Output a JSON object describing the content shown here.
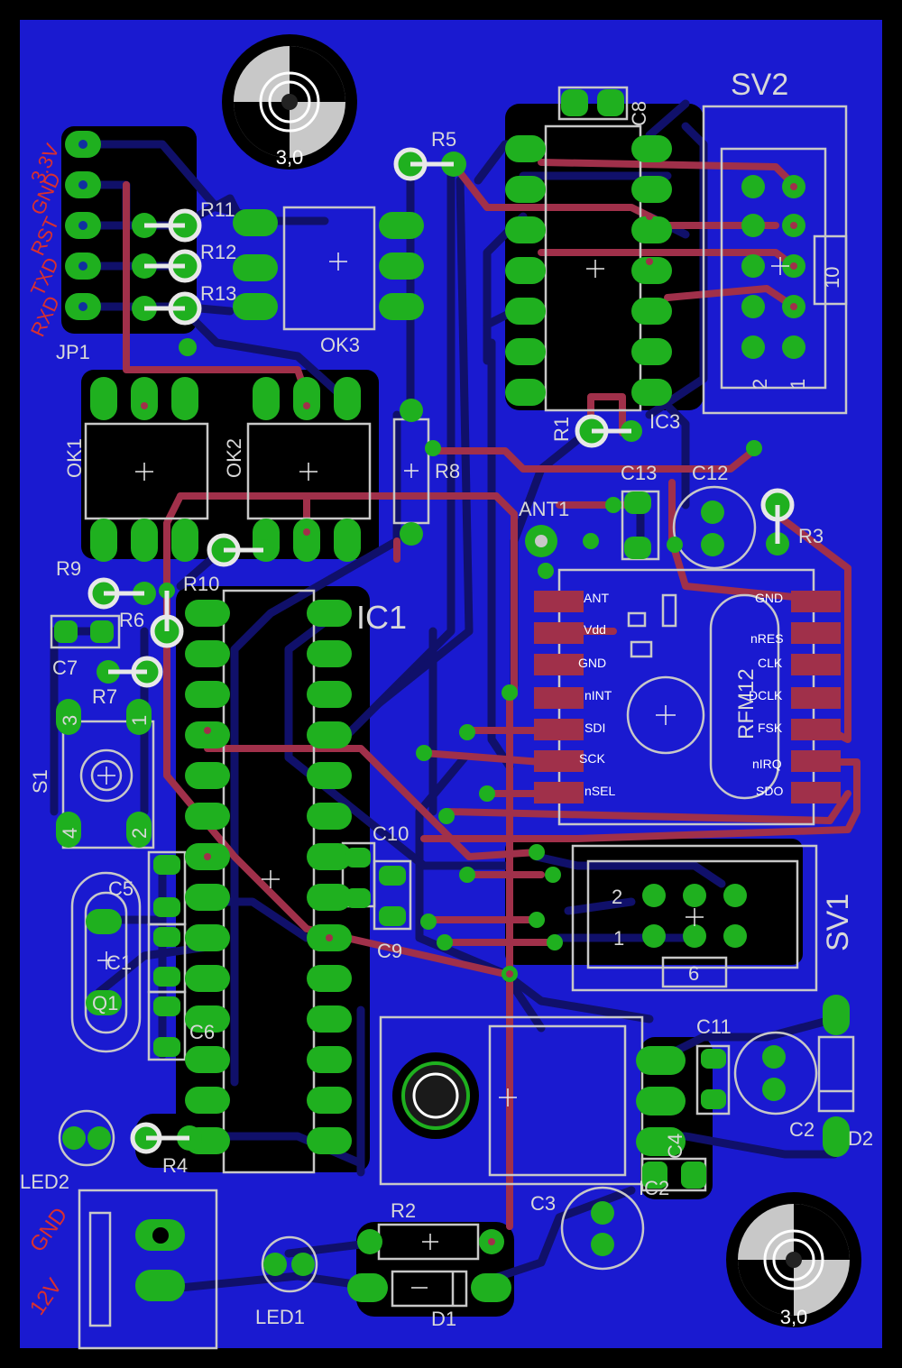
{
  "board": {
    "colors": {
      "background": "#000000",
      "copper_bottom": "#1a1ad0",
      "trace_bottom": "#10106a",
      "trace_top": "#a0304a",
      "pad": "#1fb01f",
      "silk": "#c8c8c8",
      "silk_names": "#d83030",
      "hole": "#1030a0"
    },
    "components": {
      "jp1": "JP1",
      "jp1_pins": [
        "3.3V",
        "GND",
        "RST",
        "TXD",
        "RXD"
      ],
      "r11": "R11",
      "r12": "R12",
      "r13": "R13",
      "r5": "R5",
      "r8": "R8",
      "r1": "R1",
      "ok3": "OK3",
      "ok1": "OK1",
      "ok2": "OK2",
      "ic3": "IC3",
      "c8": "C8",
      "sv2": "SV2",
      "sv2_pin_10": "10",
      "sv2_pin_2": "2",
      "sv2_pin_1": "1",
      "c13": "C13",
      "c12": "C12",
      "r3": "R3",
      "ant1": "ANT1",
      "rfm12": "RFM12",
      "rfm12_left_pins": [
        "ANT",
        "Vdd",
        "GND",
        "nINT",
        "SDI",
        "SCK",
        "nSEL"
      ],
      "rfm12_right_pins": [
        "GND",
        "nRES",
        "CLK",
        "DCLK",
        "FSK",
        "nIRQ",
        "SDO"
      ],
      "ic1": "IC1",
      "r9": "R9",
      "r10": "R10",
      "r6": "R6",
      "c7": "C7",
      "r7": "R7",
      "s1": "S1",
      "s1_pins": [
        "3",
        "1",
        "4",
        "2"
      ],
      "c10": "C10",
      "c9": "C9",
      "c5": "C5",
      "c1": "C1",
      "q1": "Q1",
      "c6": "C6",
      "sv1": "SV1",
      "sv1_pin_2": "2",
      "sv1_pin_1": "1",
      "sv1_pin_6": "6",
      "c11": "C11",
      "c2": "C2",
      "d2": "D2",
      "c4": "C4",
      "ic2": "IC2",
      "c3": "C3",
      "led2": "LED2",
      "r4": "R4",
      "r2": "R2",
      "led1": "LED1",
      "d1": "D1",
      "power_gnd": "GND",
      "power_12v": "12V",
      "mount_top": "3,0",
      "mount_bottom": "3,0"
    }
  }
}
